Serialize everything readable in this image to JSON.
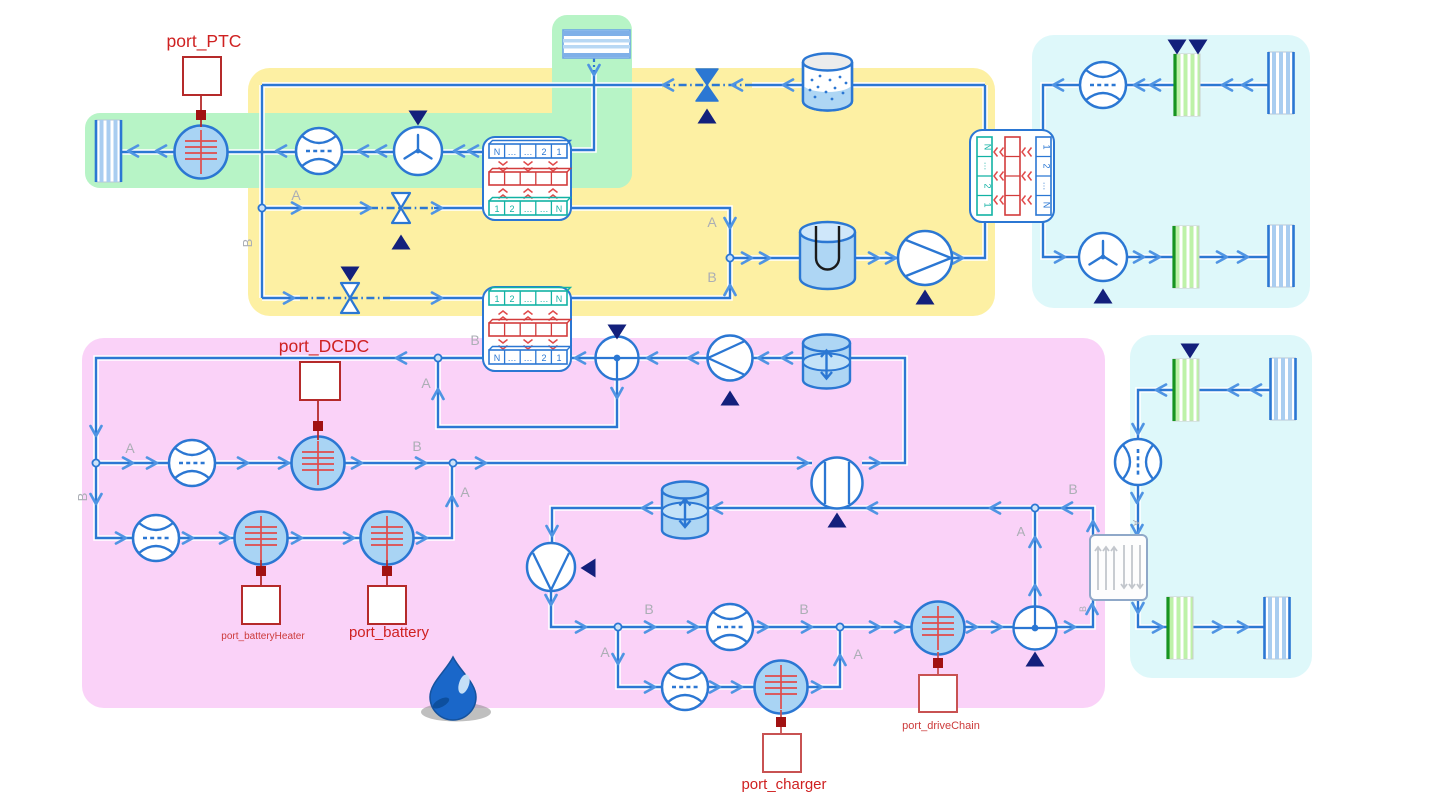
{
  "diagram": {
    "ports": {
      "ptc": "port_PTC",
      "dcdc": "port_DCDC",
      "battery_heater": "port_batteryHeater",
      "battery": "port_battery",
      "charger": "port_charger",
      "drive_chain": "port_driveChain"
    },
    "flow_labels": [
      {
        "t": "A"
      },
      {
        "t": "B"
      },
      {
        "t": "A"
      },
      {
        "t": "B"
      },
      {
        "t": "B"
      },
      {
        "t": "A"
      },
      {
        "t": "A"
      },
      {
        "t": "B"
      },
      {
        "t": "B"
      },
      {
        "t": "A"
      },
      {
        "t": "B"
      },
      {
        "t": "A"
      },
      {
        "t": "B"
      },
      {
        "t": "A"
      },
      {
        "t": "B"
      },
      {
        "t": "A"
      },
      {
        "t": "A"
      },
      {
        "t": "B"
      }
    ],
    "hx": {
      "rtl": [
        "N",
        "…",
        "…",
        "2",
        "1"
      ],
      "ltr": [
        "1",
        "2",
        "…",
        "…",
        "N"
      ],
      "vleft": [
        "N",
        "…",
        "2",
        "1"
      ],
      "vright": [
        "1",
        "2",
        "…",
        "N"
      ]
    },
    "colors": {
      "pipe": "#2b77d3",
      "arrow": "#4f94e3",
      "region_green": "#b7f4c6",
      "region_yellow": "#fdf0a3",
      "region_pink": "#fad2f8",
      "region_cyan": "#def8fa",
      "hx_fill": "#a9d4f4",
      "red_line": "#e04b4b",
      "navy": "#13207c",
      "port_red": "#b52a2a"
    }
  }
}
